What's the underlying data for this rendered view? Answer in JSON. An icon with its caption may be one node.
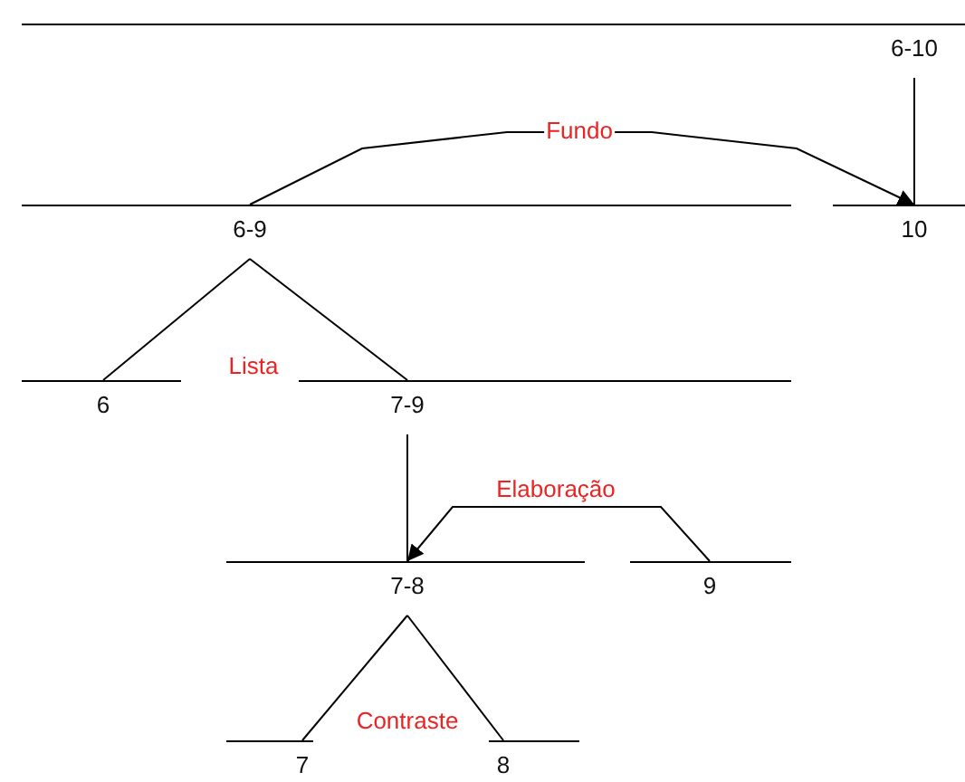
{
  "diagram": {
    "nodes": [
      {
        "text": [
          "6-10"
        ]
      },
      {
        "text": [
          "6-9"
        ]
      },
      {
        "text": [
          "10"
        ]
      },
      {
        "text": [
          "6"
        ]
      },
      {
        "text": [
          "7-9"
        ]
      },
      {
        "text": [
          "7-8"
        ]
      },
      {
        "text": [
          "9"
        ]
      },
      {
        "text": [
          "7"
        ]
      },
      {
        "text": [
          "8"
        ]
      }
    ],
    "edges": [
      {
        "from": 0,
        "to": 2,
        "arrow": "none"
      },
      {
        "from": 1,
        "to": 2,
        "arrow": "to",
        "label": "Fundo"
      },
      {
        "from": 1,
        "to": 3,
        "arrow": "none"
      },
      {
        "from": 1,
        "to": 4,
        "arrow": "none"
      },
      {
        "from": 4,
        "to": 5,
        "arrow": "none"
      },
      {
        "from": 6,
        "to": 5,
        "arrow": "to",
        "label": "Elaboração"
      },
      {
        "from": 5,
        "to": 7,
        "arrow": "none"
      },
      {
        "from": 5,
        "to": 8,
        "arrow": "none"
      }
    ],
    "labels": [
      "Lista",
      "Contraste"
    ]
  }
}
